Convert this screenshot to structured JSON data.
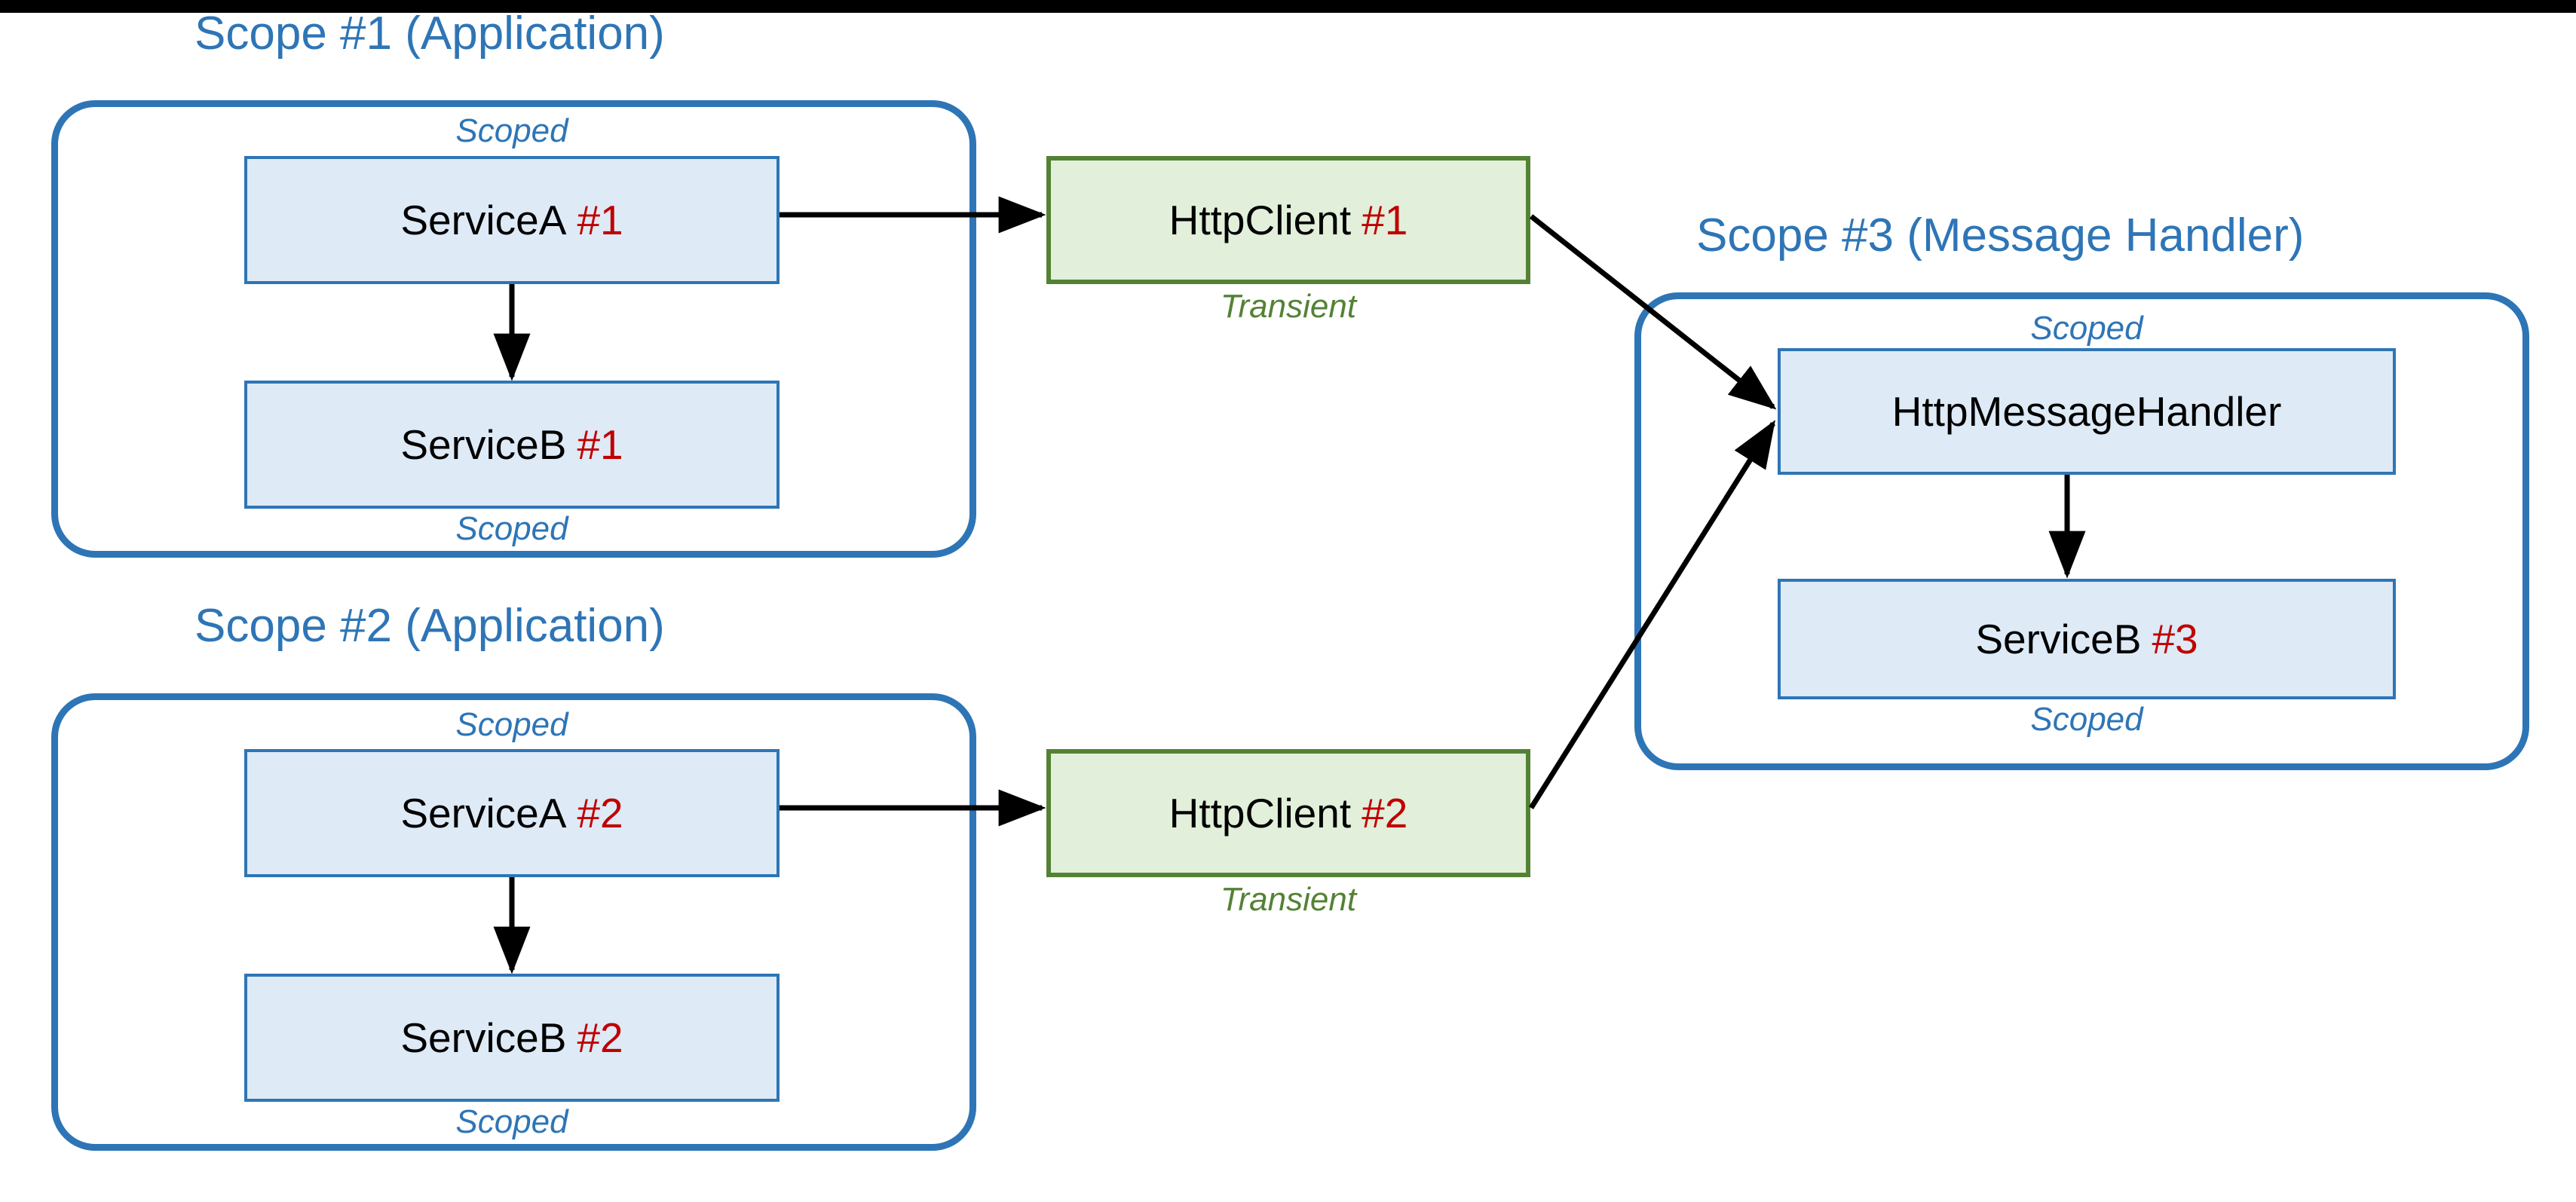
{
  "colors": {
    "scope_blue": "#2E75B6",
    "node_blue_fill": "#DEEAF6",
    "node_green_fill": "#E2EFDA",
    "node_green_border": "#548235",
    "number_red": "#C00000",
    "arrow_black": "#000000",
    "background": "#FFFFFF"
  },
  "captions": {
    "scoped": "Scoped",
    "transient": "Transient"
  },
  "scopes": [
    {
      "id": "scope-1",
      "title": "Scope #1 (Application)",
      "top_caption": "Scoped",
      "bottom_caption": "Scoped",
      "nodes": [
        {
          "id": "servicea-1",
          "name": "ServiceA",
          "number": "#1",
          "kind": "scoped"
        },
        {
          "id": "serviceb-1",
          "name": "ServiceB",
          "number": "#1",
          "kind": "scoped"
        }
      ]
    },
    {
      "id": "scope-2",
      "title": "Scope #2 (Application)",
      "top_caption": "Scoped",
      "bottom_caption": "Scoped",
      "nodes": [
        {
          "id": "servicea-2",
          "name": "ServiceA",
          "number": "#2",
          "kind": "scoped"
        },
        {
          "id": "serviceb-2",
          "name": "ServiceB",
          "number": "#2",
          "kind": "scoped"
        }
      ]
    },
    {
      "id": "scope-3",
      "title": "Scope #3 (Message Handler)",
      "top_caption": "Scoped",
      "bottom_caption": "Scoped",
      "nodes": [
        {
          "id": "httpmessagehandler",
          "name": "HttpMessageHandler",
          "number": "",
          "kind": "scoped"
        },
        {
          "id": "serviceb-3",
          "name": "ServiceB",
          "number": "#3",
          "kind": "scoped"
        }
      ]
    }
  ],
  "clients": [
    {
      "id": "httpclient-1",
      "name": "HttpClient",
      "number": "#1",
      "caption": "Transient"
    },
    {
      "id": "httpclient-2",
      "name": "HttpClient",
      "number": "#2",
      "caption": "Transient"
    }
  ],
  "edges": [
    {
      "from": "servicea-1",
      "to": "serviceb-1",
      "direction": "down"
    },
    {
      "from": "servicea-1",
      "to": "httpclient-1",
      "direction": "right"
    },
    {
      "from": "httpclient-1",
      "to": "httpmessagehandler",
      "direction": "diagonal-down-right"
    },
    {
      "from": "servicea-2",
      "to": "serviceb-2",
      "direction": "down"
    },
    {
      "from": "servicea-2",
      "to": "httpclient-2",
      "direction": "right"
    },
    {
      "from": "httpclient-2",
      "to": "httpmessagehandler",
      "direction": "diagonal-up-right"
    },
    {
      "from": "httpmessagehandler",
      "to": "serviceb-3",
      "direction": "down"
    }
  ]
}
